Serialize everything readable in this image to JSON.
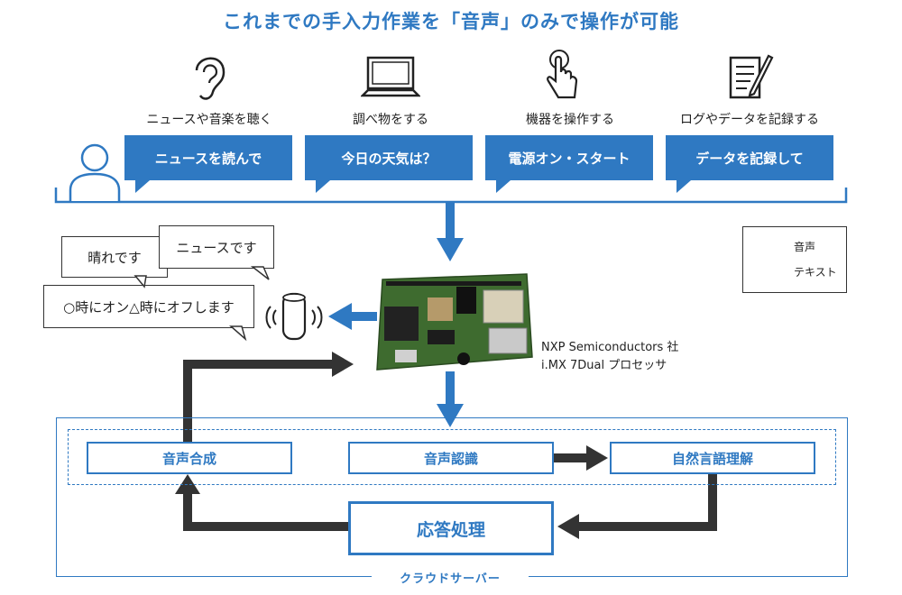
{
  "title": "これまでの手入力作業を「音声」のみで操作が可能",
  "activities": [
    {
      "label": "ニュースや音楽を聴く",
      "command": "ニュースを読んで",
      "icon": "ear-icon"
    },
    {
      "label": "調べ物をする",
      "command": "今日の天気は？",
      "icon": "laptop-icon"
    },
    {
      "label": "機器を操作する",
      "command": "電源オン・スタート",
      "icon": "finger-press-icon"
    },
    {
      "label": "ログやデータを記録する",
      "command": "データを記録して",
      "icon": "notepad-pen-icon"
    }
  ],
  "responses": [
    "晴れです",
    "ニュースです",
    "○時にオン△時にオフします"
  ],
  "legend": {
    "voice": "音声",
    "text": "テキスト"
  },
  "device": {
    "maker": "NXP Semiconductors 社",
    "model": "i.MX 7Dual プロセッサ"
  },
  "cloud": {
    "label": "クラウドサーバー",
    "synthesis": "音声合成",
    "recognition": "音声認識",
    "nlu": "自然言語理解",
    "response": "応答処理"
  },
  "colors": {
    "accent": "#2f79c2",
    "text_arrow": "#333333"
  }
}
